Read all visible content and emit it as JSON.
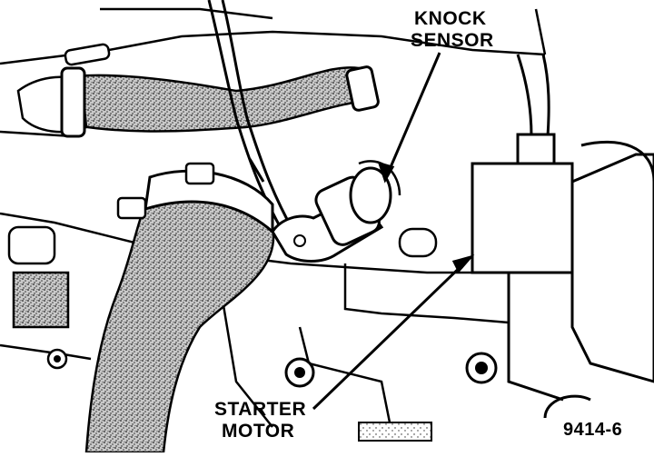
{
  "diagram": {
    "labels": {
      "knock_sensor_line1": "KNOCK",
      "knock_sensor_line2": "SENSOR",
      "starter_motor_line1": "STARTER",
      "starter_motor_line2": "MOTOR",
      "figure_number": "9414-6"
    },
    "colors": {
      "ink": "#000000",
      "paper": "#ffffff",
      "stipple": "#8c8c8c"
    }
  }
}
